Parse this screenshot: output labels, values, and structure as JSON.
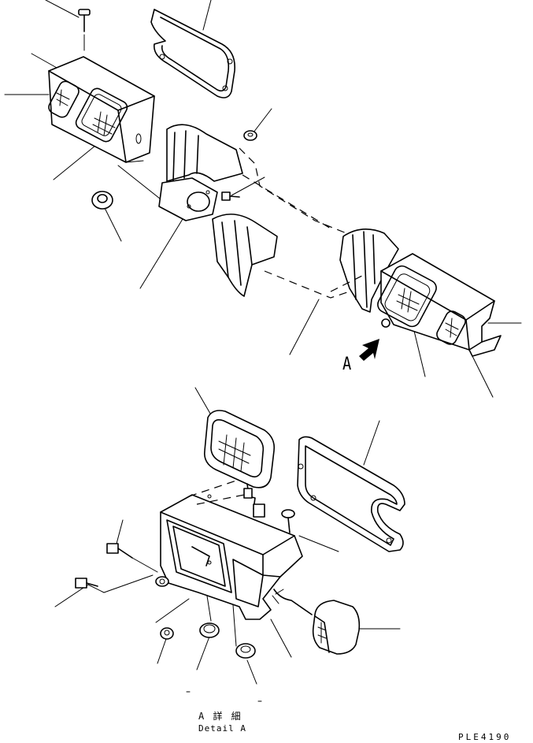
{
  "view_label": "A",
  "detail_label_jp": "A  詳 細",
  "detail_label_en": "Detail A",
  "drawing_code": "PLE4190",
  "icons": [
    "arrow-icon"
  ]
}
